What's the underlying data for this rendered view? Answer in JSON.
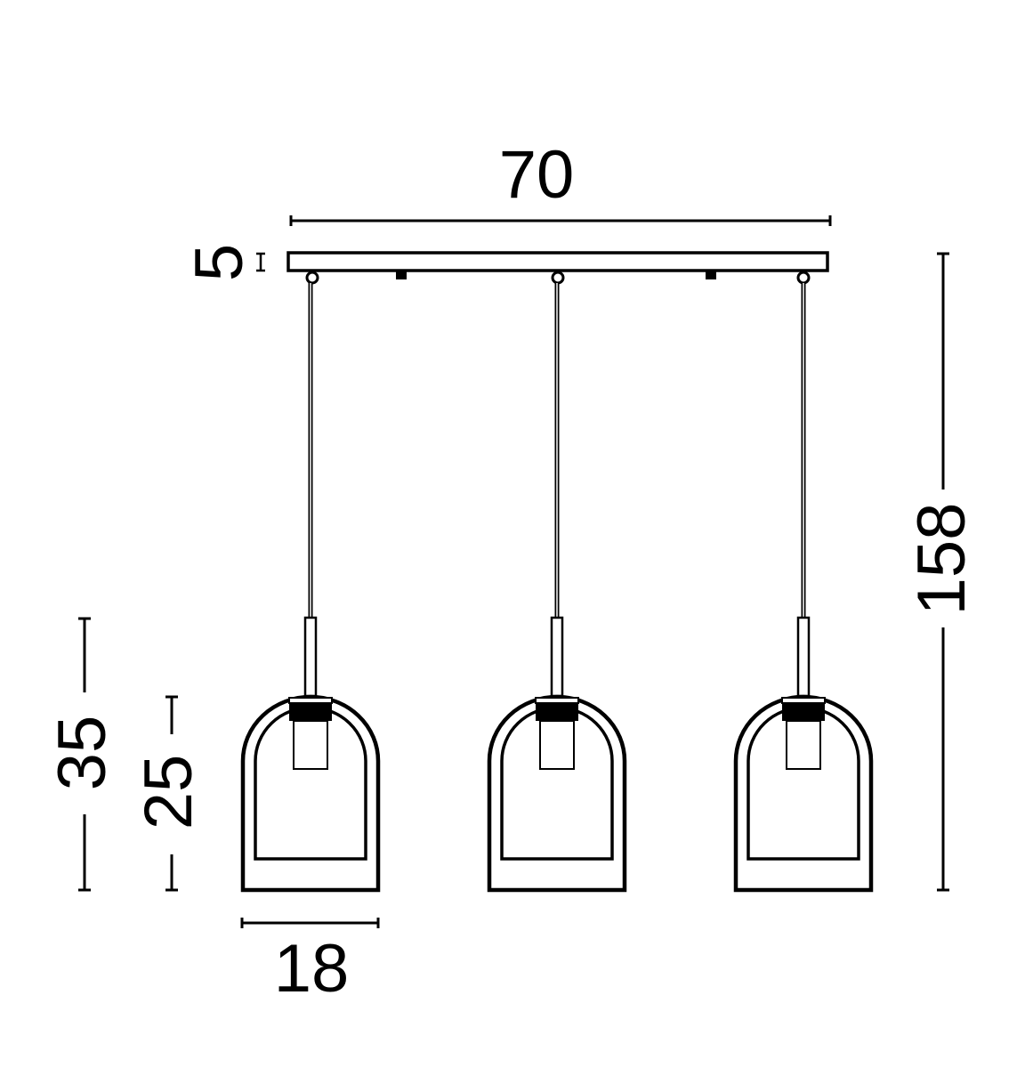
{
  "drawing": {
    "title": "3-light pendant dimension drawing",
    "units": "cm",
    "dimensions": {
      "canopy_width": "70",
      "canopy_height": "5",
      "overall_height": "158",
      "shade_total_height": "35",
      "shade_glass_height": "25",
      "shade_width": "18"
    },
    "pendant_count": 3,
    "colors": {
      "line": "#000000",
      "background": "#ffffff"
    }
  }
}
